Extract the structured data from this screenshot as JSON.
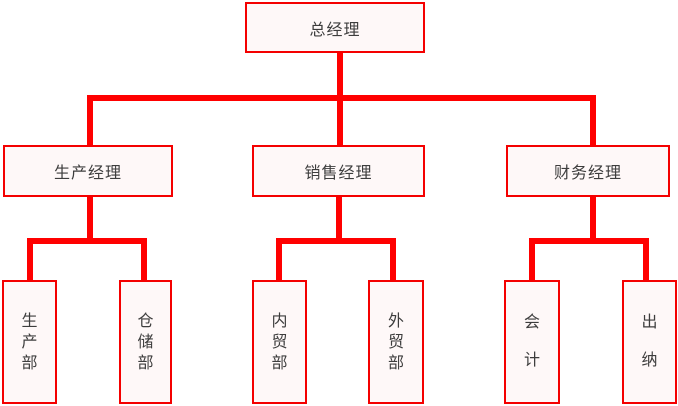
{
  "diagram": {
    "type": "org-chart",
    "colors": {
      "line": "#ff0000",
      "box_border": "#f40000",
      "box_fill": "#fef8f8",
      "text": "#3d3d3d",
      "background": "#ffffff"
    },
    "org": {
      "root": {
        "label": "总经理",
        "children": [
          {
            "label": "生产经理",
            "children": [
              {
                "label": "生产部"
              },
              {
                "label": "仓储部"
              }
            ]
          },
          {
            "label": "销售经理",
            "children": [
              {
                "label": "内贸部"
              },
              {
                "label": "外贸部"
              }
            ]
          },
          {
            "label": "财务经理",
            "children": [
              {
                "label": "会计"
              },
              {
                "label": "出纳"
              }
            ]
          }
        ]
      }
    }
  }
}
